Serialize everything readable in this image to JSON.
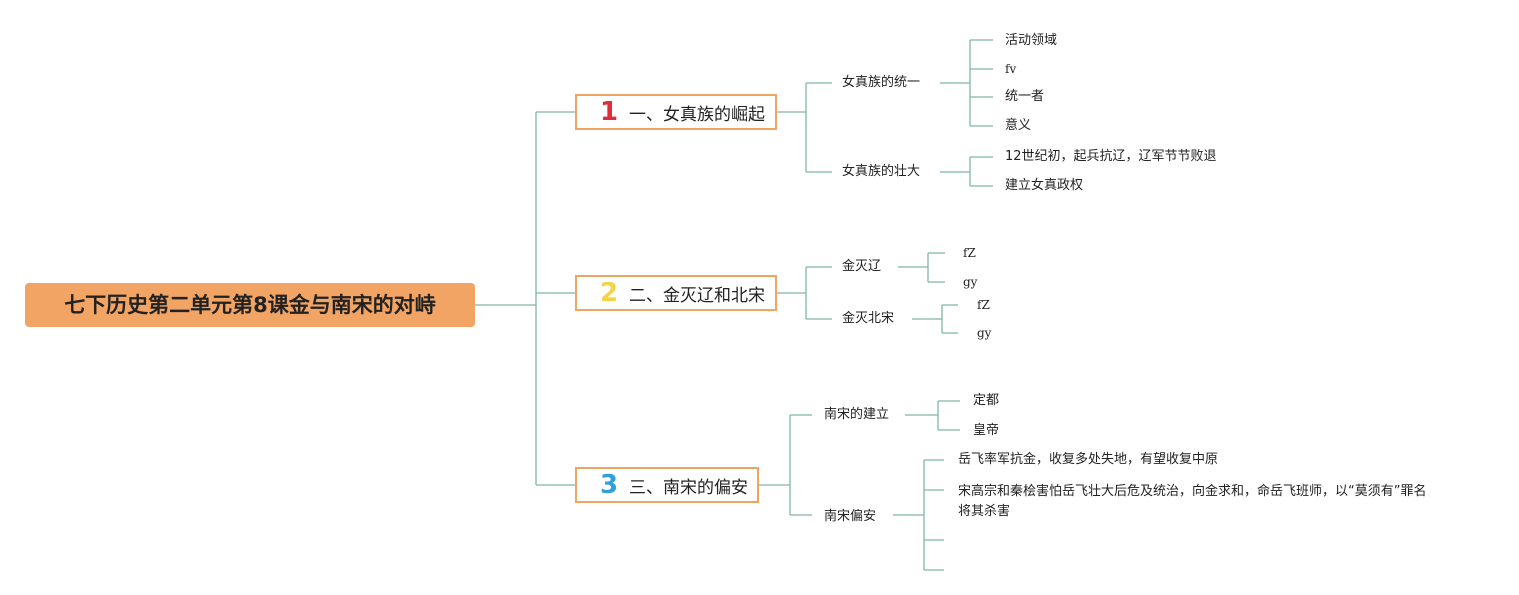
{
  "root": {
    "title": "七下历史第二单元第8课金与南宋的对峙"
  },
  "colors": {
    "root_fill": "#f2a464",
    "branch_border": "#f0a460",
    "connector": "#7fb7a8",
    "num1": "#e02d3c",
    "num2": "#f2d34a",
    "num3": "#2f9fe0"
  },
  "branches": [
    {
      "number": "1",
      "label": "一、女真族的崛起",
      "children": [
        {
          "label": "女真族的统一",
          "leaves": [
            "活动领域",
            "fv",
            "统一者",
            "意义"
          ]
        },
        {
          "label": "女真族的壮大",
          "leaves": [
            "12世纪初，起兵抗辽，辽军节节败退",
            "建立女真政权"
          ]
        }
      ]
    },
    {
      "number": "2",
      "label": "二、金灭辽和北宋",
      "children": [
        {
          "label": "金灭辽",
          "leaves": [
            "fZ",
            "gy"
          ]
        },
        {
          "label": "金灭北宋",
          "leaves": [
            "fZ",
            "gy"
          ]
        }
      ]
    },
    {
      "number": "3",
      "label": "三、南宋的偏安",
      "children": [
        {
          "label": "南宋的建立",
          "leaves": [
            "定都",
            "皇帝"
          ]
        },
        {
          "label": "南宋偏安",
          "leaves": [
            "岳飞率军抗金，收复多处失地，有望收复中原",
            "宋高宗和秦桧害怕岳飞壮大后危及统治，向金求和，命岳飞班师，以“莫须有”罪名将其杀害",
            "",
            ""
          ]
        }
      ]
    }
  ]
}
